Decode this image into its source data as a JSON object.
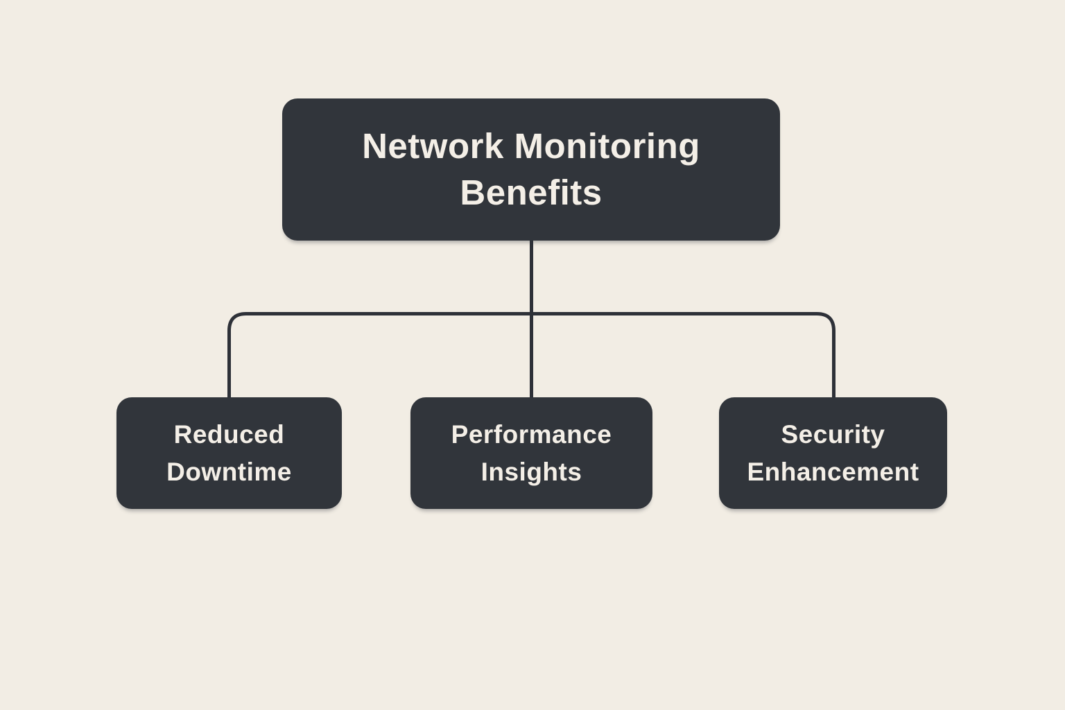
{
  "diagram": {
    "type": "hierarchy-flowchart",
    "title": "Network Monitoring Benefits",
    "root": {
      "label": "Network Monitoring Benefits"
    },
    "children": [
      {
        "label": "Reduced Downtime"
      },
      {
        "label": "Performance Insights"
      },
      {
        "label": "Security Enhancement"
      }
    ],
    "colors": {
      "background": "#f2ede4",
      "node_fill": "#31353b",
      "node_text": "#f4efe7",
      "connector": "#2e3138"
    }
  }
}
